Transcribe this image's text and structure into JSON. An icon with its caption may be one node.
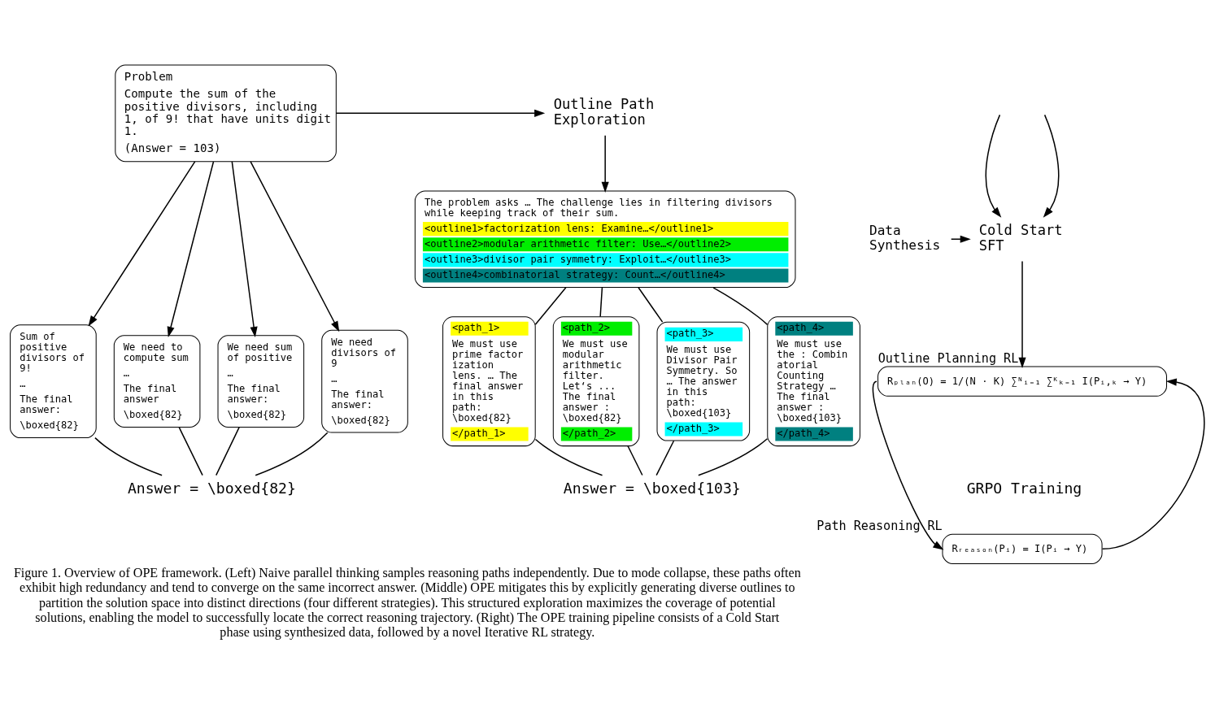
{
  "diagram": {
    "caption": "Figure 1. Overview of OPE framework. (Left) Naive parallel thinking samples reasoning paths independently. Due to mode collapse, these paths often exhibit high redundancy and tend to converge on the same incorrect answer. (Middle) OPE mitigates this by explicitly generating diverse outlines to partition the solution space into distinct directions (four different strategies). This structured exploration maximizes the coverage of potential solutions, enabling the model to successfully locate the correct reasoning trajectory. (Right) The OPE training pipeline consists of a Cold Start phase using synthesized data, followed by a novel Iterative RL strategy.",
    "nodes": [
      {
        "text": [
          "Problem",
          "Compute the sum of the positive divisors, including 1, of 9! that have units digit 1.",
          "(Answer = 103)"
        ]
      },
      {
        "text": [
          "Sum of positive divisors of 9!",
          "…",
          "The final answer:",
          "\\boxed{82}"
        ]
      },
      {
        "text": [
          "We need to compute sum",
          "…",
          "The final answer",
          "\\boxed{82}"
        ]
      },
      {
        "text": [
          "We need sum of positive",
          "…",
          "The final answer:",
          "\\boxed{82}"
        ]
      },
      {
        "text": [
          "We need divisors of 9",
          "…",
          "The final answer:",
          "\\boxed{82}"
        ]
      },
      {
        "text": [
          "Answer = \\boxed{82}"
        ]
      },
      {
        "text": [
          "Outline Path Exploration"
        ]
      },
      {
        "text": [
          "The problem asks … The challenge lies in filtering divisors while keeping track of their sum.",
          "<outline1>factorization lens: Examine…</outline1>",
          "<outline2>modular arithmetic filter: Use…</outline2>",
          "<outline3>divisor pair symmetry: Exploit…</outline3>",
          "<outline4>combinatorial strategy: Count…</outline4>"
        ]
      },
      {
        "text": [
          "<path_1>",
          "We must use prime factorization lens. … The final answer in this path: \\boxed{82}",
          "</path_1>"
        ]
      },
      {
        "text": [
          "<path_2>",
          "We must use modular arithmetic filter. Let‘s ... The final answer : \\boxed{82}",
          "</path_2>"
        ]
      },
      {
        "text": [
          "<path_3>",
          "We must use Divisor Pair Symmetry. So … The answer in this path: \\boxed{103}",
          "</path_3>"
        ]
      },
      {
        "text": [
          "<path_4>",
          "We must use the : Combinatorial Counting Strategy … The final answer : \\boxed{103}",
          "</path_4>"
        ]
      },
      {
        "text": [
          "Answer = \\boxed{103}"
        ]
      },
      {
        "text": [
          "Cold Start SFT"
        ]
      },
      {
        "text": [
          "Data Synthesis"
        ]
      },
      {
        "text": [
          "Rₚₗₐₙ(O) = 1/(N · K) ∑ᴺᵢ₌₁ ∑ᴷₖ₌₁ I(Pᵢ,ₖ → Y)"
        ],
        "beside": [
          "Outline Planning RL"
        ]
      },
      {
        "text": [
          "GRPO Training"
        ]
      },
      {
        "text": [
          "Rᵣₑₐₛₒₙ(Pᵢ) = I(Pᵢ → Y)"
        ],
        "beside": [
          "Path Reasoning RL"
        ]
      }
    ],
    "edges": [
      {
        "from": 0,
        "to": 1,
        "arrow": "to"
      },
      {
        "from": 0,
        "to": 2,
        "arrow": "to"
      },
      {
        "from": 0,
        "to": 3,
        "arrow": "to"
      },
      {
        "from": 0,
        "to": 4,
        "arrow": "to"
      },
      {
        "from": 1,
        "to": 5,
        "arrow": "none"
      },
      {
        "from": 2,
        "to": 5,
        "arrow": "none"
      },
      {
        "from": 3,
        "to": 5,
        "arrow": "none"
      },
      {
        "from": 4,
        "to": 5,
        "arrow": "none"
      },
      {
        "from": 0,
        "to": 6,
        "arrow": "to"
      },
      {
        "from": 6,
        "to": 7,
        "arrow": "to"
      },
      {
        "from": 7,
        "to": 8,
        "arrow": "none"
      },
      {
        "from": 7,
        "to": 9,
        "arrow": "none"
      },
      {
        "from": 7,
        "to": 10,
        "arrow": "none"
      },
      {
        "from": 7,
        "to": 11,
        "arrow": "none"
      },
      {
        "from": 8,
        "to": 12,
        "arrow": "none"
      },
      {
        "from": 9,
        "to": 12,
        "arrow": "none"
      },
      {
        "from": 10,
        "to": 12,
        "arrow": "none"
      },
      {
        "from": 11,
        "to": 12,
        "arrow": "none"
      },
      {
        "from": null,
        "to": 13,
        "arrow": "to"
      },
      {
        "from": null,
        "to": 13,
        "arrow": "to"
      },
      {
        "from": 14,
        "to": 13,
        "arrow": "to"
      },
      {
        "from": 13,
        "to": 15,
        "arrow": "to"
      },
      {
        "from": 15,
        "to": 17,
        "arrow": "to"
      },
      {
        "from": 17,
        "to": 15,
        "arrow": "to"
      }
    ]
  }
}
